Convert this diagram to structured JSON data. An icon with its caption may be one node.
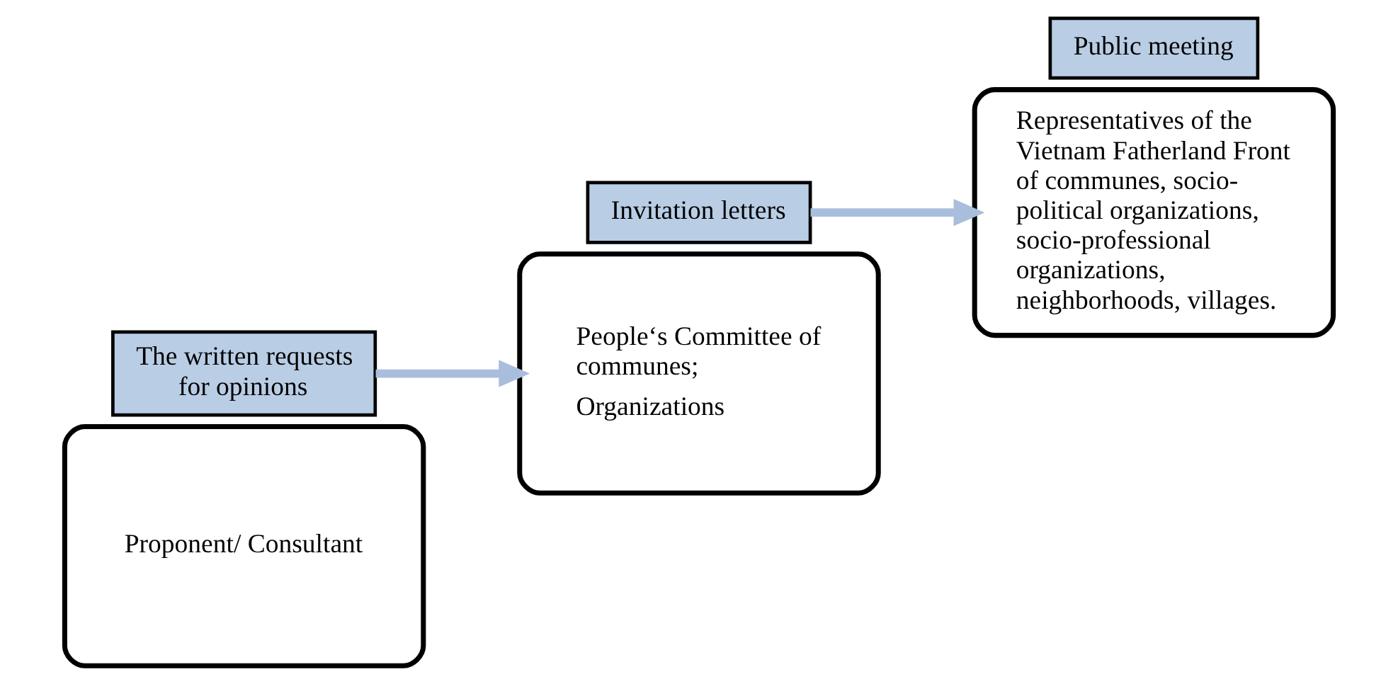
{
  "diagram": {
    "nodes": [
      {
        "text": [
          "Proponent/ Consultant"
        ]
      },
      {
        "text": [
          "The written requests for opinions"
        ]
      },
      {
        "text": [
          "Invitation letters"
        ]
      },
      {
        "text": [
          "People‘s Committee of communes;",
          "Organizations"
        ]
      },
      {
        "text": [
          "Representatives of the Vietnam Fatherland Front of communes, socio-political organizations, socio-professional organizations, neighborhoods, villages."
        ]
      },
      {
        "text": [
          "Public meeting"
        ]
      }
    ],
    "edges": [
      {
        "from": 1,
        "to": 3,
        "arrow": "to"
      },
      {
        "from": 2,
        "to": 4,
        "arrow": "to"
      }
    ]
  }
}
